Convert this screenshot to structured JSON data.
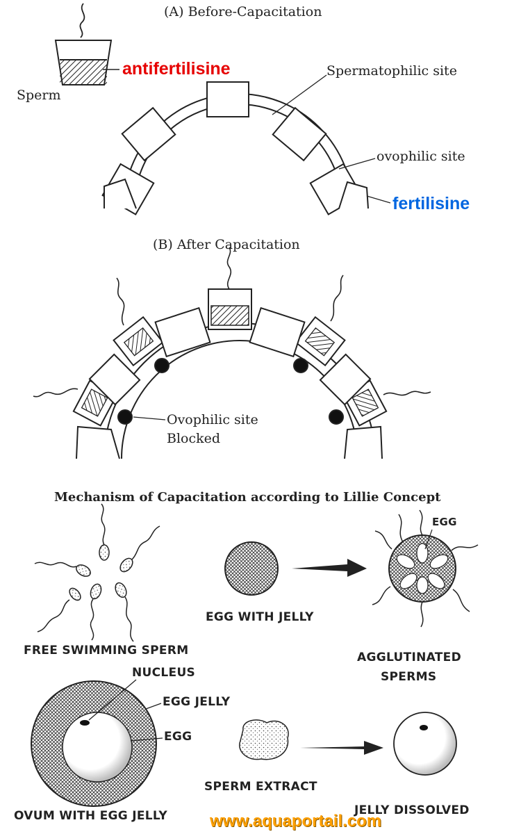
{
  "panel_a": {
    "title": "(A) Before-Capacitation",
    "sperm_label": "Sperm",
    "antifertilisine_label": "antifertilisine",
    "spermatophilic_label": "Spermatophilic site",
    "ovophilic_label": "ovophilic site",
    "fertilisine_label": "fertilisine"
  },
  "panel_b": {
    "title": "(B) After Capacitation",
    "blocked_label_line1": "Ovophilic site",
    "blocked_label_line2": "Blocked"
  },
  "mechanism_title": "Mechanism of Capacitation according to Lillie Concept",
  "lillie": {
    "free_swimming": "FREE SWIMMING SPERM",
    "egg_with_jelly": "EGG WITH JELLY",
    "egg_label": "EGG",
    "agglutinated_line1": "AGGLUTINATED",
    "agglutinated_line2": "SPERMS",
    "nucleus": "NUCLEUS",
    "egg_jelly": "EGG JELLY",
    "egg": "EGG",
    "ovum_with_egg_jelly": "OVUM WITH EGG JELLY",
    "sperm_extract": "SPERM EXTRACT",
    "jelly_dissolved": "JELLY DISSOLVED"
  },
  "watermark": "www.aquaportail.com",
  "colors": {
    "line": "#222222",
    "highlight_red": "#e60000",
    "highlight_blue": "#0066e0",
    "watermark": "#ffa000"
  }
}
